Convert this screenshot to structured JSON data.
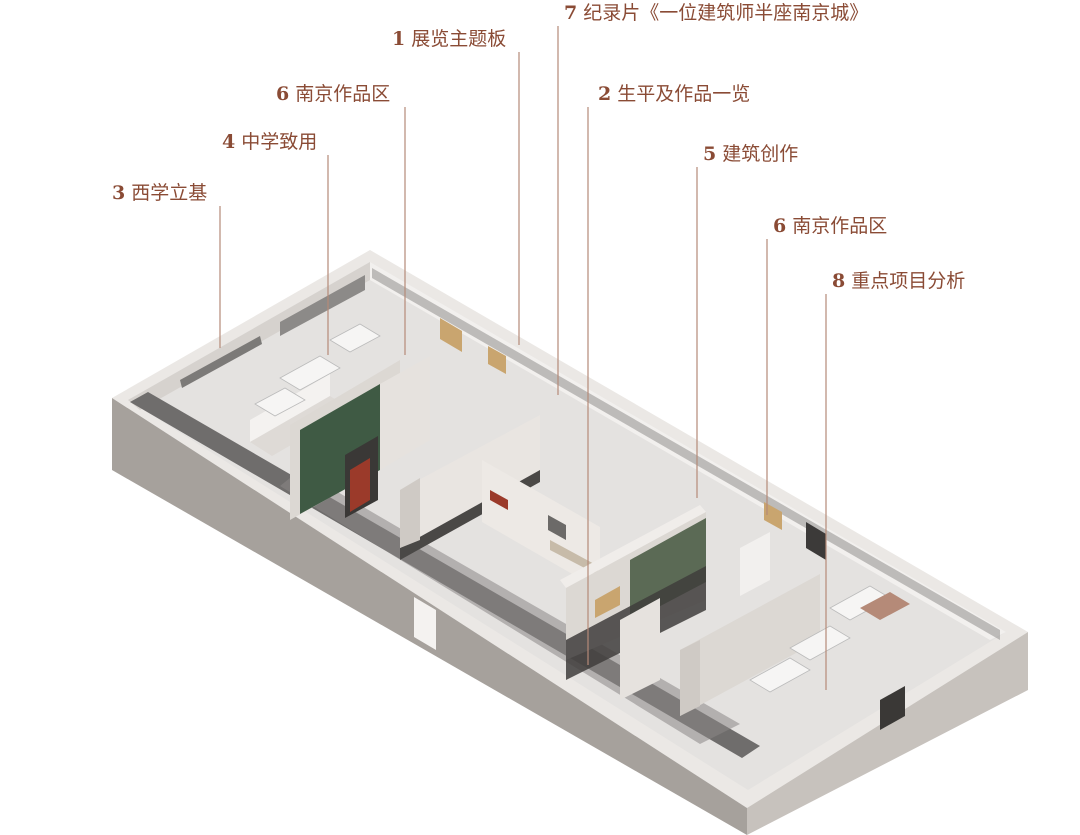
{
  "annotations": [
    {
      "id": "zone-1",
      "number": "1",
      "text": "展览主题板"
    },
    {
      "id": "zone-7",
      "number": "7",
      "text": "纪录片《一位建筑师半座南京城》"
    },
    {
      "id": "zone-6a",
      "number": "6",
      "text": "南京作品区"
    },
    {
      "id": "zone-2",
      "number": "2",
      "text": "生平及作品一览"
    },
    {
      "id": "zone-4",
      "number": "4",
      "text": "中学致用"
    },
    {
      "id": "zone-5",
      "number": "5",
      "text": "建筑创作"
    },
    {
      "id": "zone-3",
      "number": "3",
      "text": "西学立基"
    },
    {
      "id": "zone-6b",
      "number": "6",
      "text": "南京作品区"
    },
    {
      "id": "zone-8",
      "number": "8",
      "text": "重点项目分析"
    }
  ],
  "colors": {
    "label": "#8a4b35",
    "leader": "#b58a78",
    "outer_wall_top": "#ebe8e5",
    "outer_wall_front": "#a5a09b",
    "outer_wall_side": "#c4bfba",
    "floor_light": "#e6e4e2",
    "corridor_dark": "#6f6d6c",
    "partition": "#dcd8d3",
    "partition_dark": "#4a4846",
    "green_mural": "#3f5a44",
    "accent_red": "#9b3a2a"
  }
}
